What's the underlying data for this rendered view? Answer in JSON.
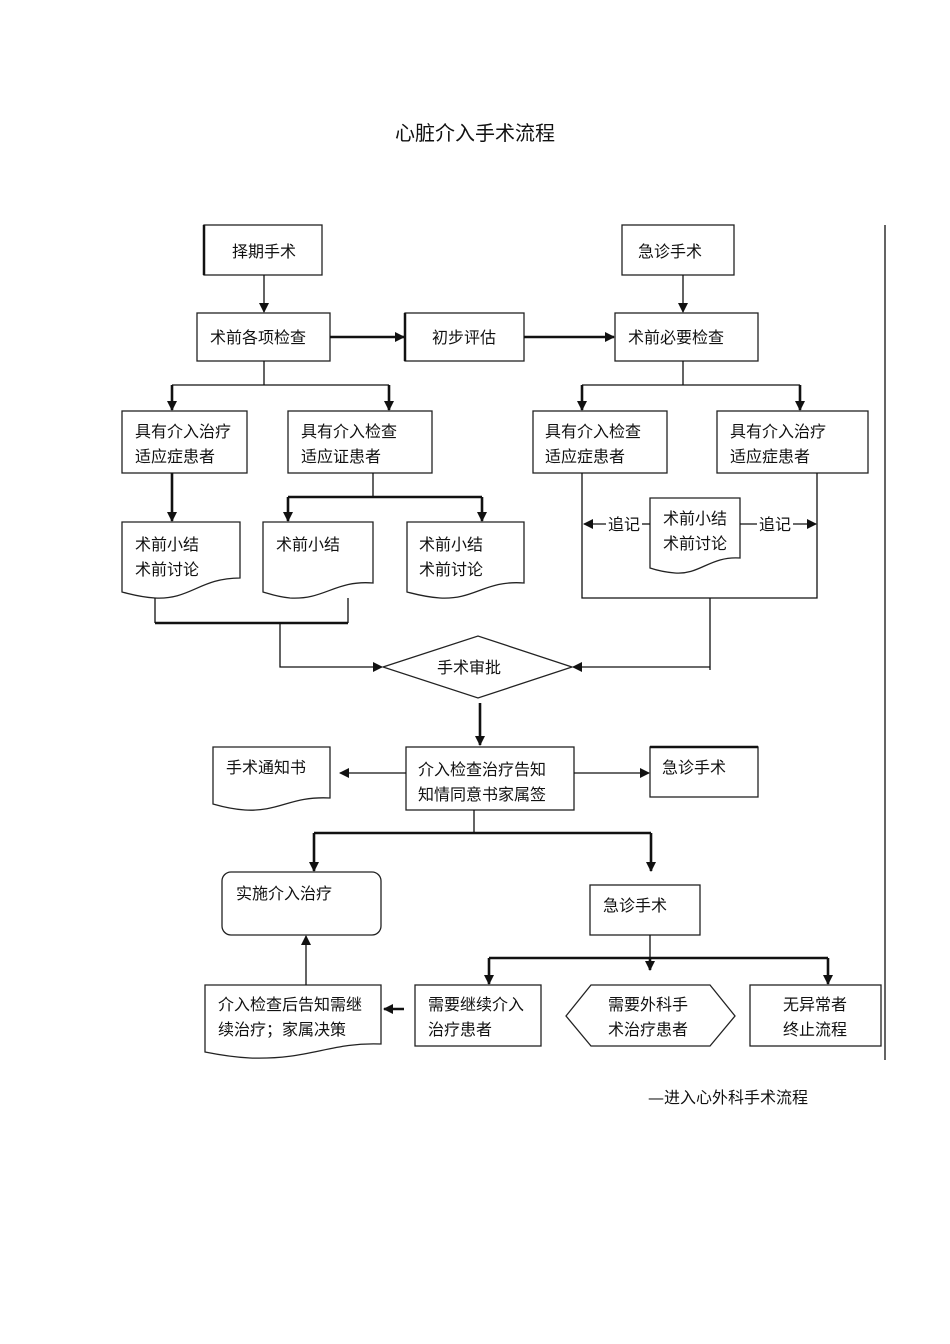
{
  "title": "心脏介入手术流程",
  "nodes": {
    "elective": "择期手术",
    "emergency_top": "急诊手术",
    "preop_exams": "术前各项检查",
    "initial_eval": "初步评估",
    "preop_required": "术前必要检查",
    "left_treat": [
      "具有介入治疗",
      "适应症患者"
    ],
    "left_exam": [
      "具有介入检查",
      "适应证患者"
    ],
    "right_exam": [
      "具有介入检查",
      "适应症患者"
    ],
    "right_treat": [
      "具有介入治疗",
      "适应症患者"
    ],
    "doc1": [
      "术前小结",
      "术前讨论"
    ],
    "doc2": [
      "术前小结"
    ],
    "doc3": [
      "术前小结",
      "术前讨论"
    ],
    "doc4": [
      "术前小结",
      "术前讨论"
    ],
    "followup_left": "追记",
    "followup_right": "追记",
    "approval": "手术审批",
    "consent": [
      "介入检查治疗告知",
      "知情同意书家属签"
    ],
    "notice": "手术通知书",
    "emergency_mid": "急诊手术",
    "perform": "实施介入治疗",
    "emergency_low": "急诊手术",
    "family_decision": [
      "介入检查后告知需继",
      "续治疗；家属决策"
    ],
    "continue": [
      "需要继续介入",
      "治疗患者"
    ],
    "surgery": [
      "需要外科手",
      "术治疗患者"
    ],
    "normal": [
      "无异常者",
      "终止流程"
    ]
  },
  "footer": "—进入心外科手术流程"
}
